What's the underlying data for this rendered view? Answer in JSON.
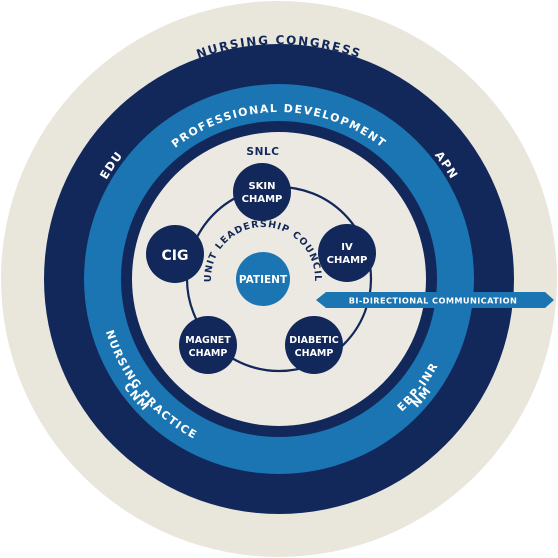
{
  "rings": {
    "outer": "NURSING CONGRESS",
    "second": {
      "edu": "EDU",
      "apn": "APN",
      "cnm": "CNM",
      "nm": "NM"
    },
    "third": {
      "top": "PROFESSIONAL DEVELOPMENT",
      "left": "NURSING PRACTICE",
      "right": "EBP-INR"
    },
    "inner": {
      "top": "SNLC"
    }
  },
  "center": {
    "label": "PATIENT",
    "arc_text": "UNIT LEADERSHIP COUNCIL"
  },
  "nodes": {
    "skin": {
      "line1": "SKIN",
      "line2": "CHAMP"
    },
    "iv": {
      "line1": "IV",
      "line2": "CHAMP"
    },
    "diabetic": {
      "line1": "DIABETIC",
      "line2": "CHAMP"
    },
    "magnet": {
      "line1": "MAGNET",
      "line2": "CHAMP"
    },
    "cig": {
      "line1": "CIG"
    }
  },
  "arrow": {
    "label": "BI-DIRECTIONAL COMMUNICATION"
  },
  "colors": {
    "beige": "#e9e6dc",
    "navy": "#12285a",
    "blue": "#1a75b2",
    "light": "#ebe9e2",
    "white": "#ffffff"
  }
}
